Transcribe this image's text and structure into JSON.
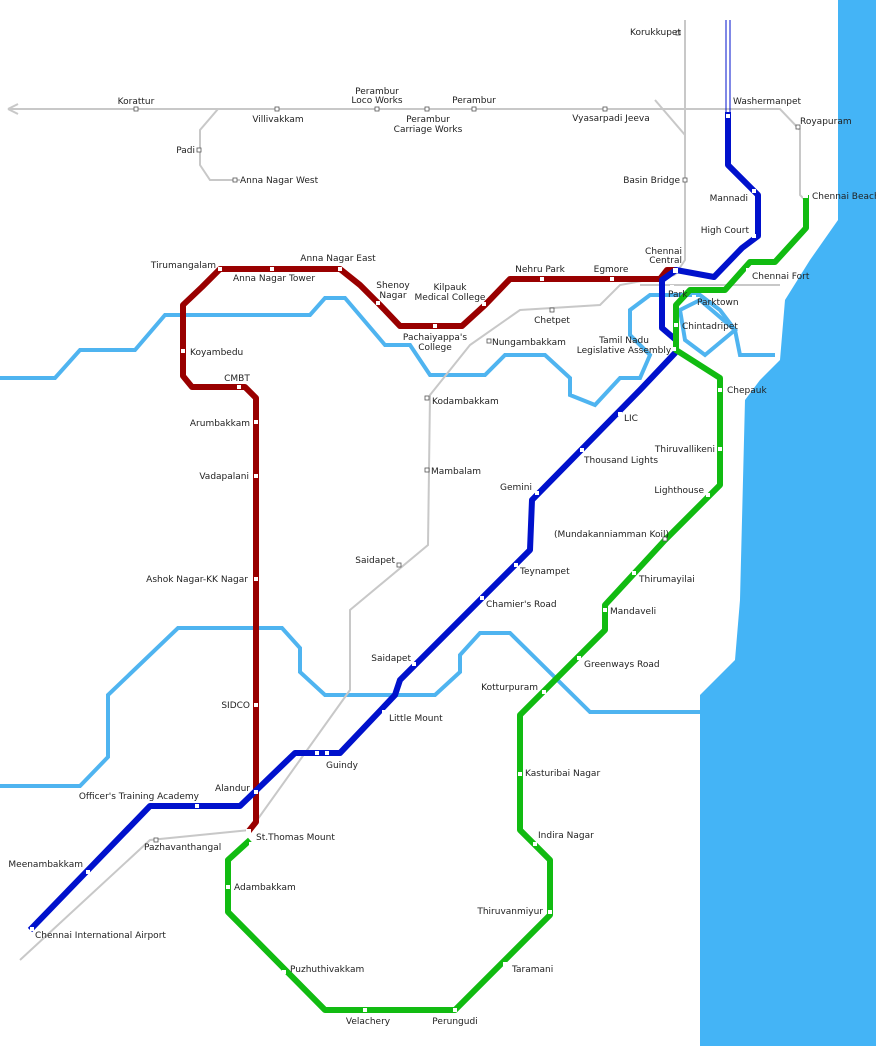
{
  "colors": {
    "sea": "#44B4F6",
    "river": "#4FB4F0",
    "suburban": "#C8C8C8",
    "red_line": "#990000",
    "blue_line": "#0011CC",
    "green_line": "#11BB11",
    "background": "#FFFFFF"
  },
  "lines": {
    "red": "red-line",
    "blue": "blue-line",
    "green": "green-line",
    "suburban": "suburban-rail"
  },
  "stations": {
    "korukkupet": "Korukkupet",
    "korattur": "Korattur",
    "perambur_loco": [
      "Perambur",
      "Loco Works"
    ],
    "perambur": "Perambur",
    "perambur_carriage": [
      "Perambur",
      "Carriage Works"
    ],
    "villivakkam": "Villivakkam",
    "vyasarpadi": "Vyasarpadi Jeeva",
    "washermanpet": "Washermanpet",
    "royapuram": "Royapuram",
    "padi": "Padi",
    "anna_nagar_west": "Anna Nagar West",
    "basin_bridge": "Basin Bridge",
    "mannadi": "Mannadi",
    "chennai_beach": "Chennai Beach",
    "high_court": "High Court",
    "tirumangalam": "Tirumangalam",
    "anna_nagar_east": "Anna Nagar East",
    "anna_nagar_tower": "Anna Nagar Tower",
    "shenoy_nagar": [
      "Shenoy",
      "Nagar"
    ],
    "kilpauk": [
      "Kilpauk",
      "Medical College"
    ],
    "nehru_park": "Nehru Park",
    "egmore": "Egmore",
    "chennai_central": [
      "Chennai",
      "Central"
    ],
    "chennai_fort": "Chennai Fort",
    "park": "Park",
    "parktown": "Parktown",
    "chintadripet": "Chintadripet",
    "pachaiyappas": [
      "Pachaiyappa's",
      "College"
    ],
    "chetpet": "Chetpet",
    "nungambakkam": "Nungambakkam",
    "tn_assembly": [
      "Tamil Nadu",
      "Legislative Assembly"
    ],
    "koyambedu": "Koyambedu",
    "cmbt": "CMBT",
    "chepauk": "Chepauk",
    "kodambakkam": "Kodambakkam",
    "arumbakkam": "Arumbakkam",
    "lic": "LIC",
    "thiruvallikeni": "Thiruvallikeni",
    "thousand_lights": "Thousand Lights",
    "vadapalani": "Vadapalani",
    "mambalam": "Mambalam",
    "gemini": "Gemini",
    "lighthouse": "Lighthouse",
    "mundakanniamman": "(Mundakanniamman Koil)",
    "saidapet_mrts": "Saidapet",
    "teynampet": "Teynampet",
    "thirumayilai": "Thirumayilai",
    "ashok_nagar": "Ashok Nagar-KK Nagar",
    "chamiers_road": "Chamier's Road",
    "mandaveli": "Mandaveli",
    "saidapet_metro": "Saidapet",
    "greenways_road": "Greenways Road",
    "kotturpuram": "Kotturpuram",
    "sidco": "SIDCO",
    "little_mount": "Little Mount",
    "guindy": "Guindy",
    "alandur": "Alandur",
    "officers_academy": "Officer's Training Academy",
    "kasturibai_nagar": "Kasturibai Nagar",
    "st_thomas_mount": "St.Thomas Mount",
    "pazhavanthangal": "Pazhavanthangal",
    "indira_nagar": "Indira Nagar",
    "meenambakkam": "Meenambakkam",
    "adambakkam": "Adambakkam",
    "thiruvanmiyur": "Thiruvanmiyur",
    "airport": "Chennai International Airport",
    "taramani": "Taramani",
    "puzhuthivakkam": "Puzhuthivakkam",
    "velachery": "Velachery",
    "perungudi": "Perungudi"
  }
}
